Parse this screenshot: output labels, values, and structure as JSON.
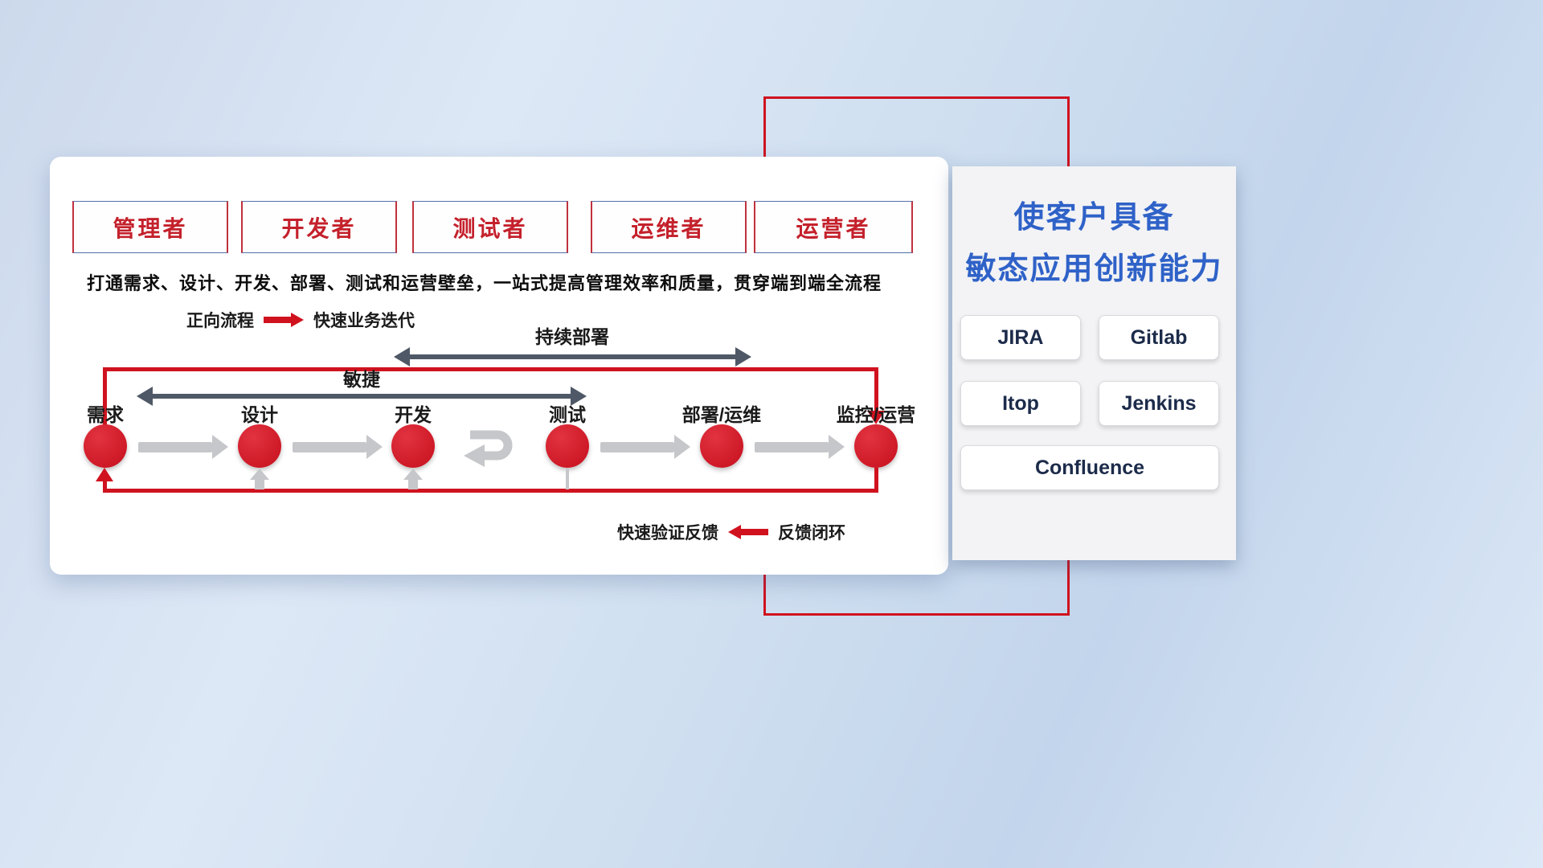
{
  "colors": {
    "red": "#d0121f",
    "title_blue": "#2f62c8",
    "dark_arrow": "#4f5866",
    "gray_arrow": "#c6c7ca",
    "role_text_red": "#c4212c"
  },
  "roles": [
    {
      "label": "管理者"
    },
    {
      "label": "开发者"
    },
    {
      "label": "测试者"
    },
    {
      "label": "运维者"
    },
    {
      "label": "运营者"
    }
  ],
  "subtitle": "打通需求、设计、开发、部署、测试和运营壁垒，一站式提高管理效率和质量，贯穿端到端全流程",
  "legend_forward": {
    "term": "正向流程",
    "desc": "快速业务迭代"
  },
  "labels": {
    "continuous_deploy": "持续部署",
    "agile": "敏捷"
  },
  "nodes": [
    {
      "label": "需求"
    },
    {
      "label": "设计"
    },
    {
      "label": "开发"
    },
    {
      "label": "测试"
    },
    {
      "label": "部署/运维"
    },
    {
      "label": "监控/运营"
    }
  ],
  "legend_feedback": {
    "desc": "快速验证反馈",
    "term": "反馈闭环"
  },
  "right_panel": {
    "title_line1": "使客户具备",
    "title_line2": "敏态应用创新能力",
    "tools": [
      {
        "label": "JIRA"
      },
      {
        "label": "Gitlab"
      },
      {
        "label": "Itop"
      },
      {
        "label": "Jenkins"
      },
      {
        "label": "Confluence"
      }
    ]
  }
}
